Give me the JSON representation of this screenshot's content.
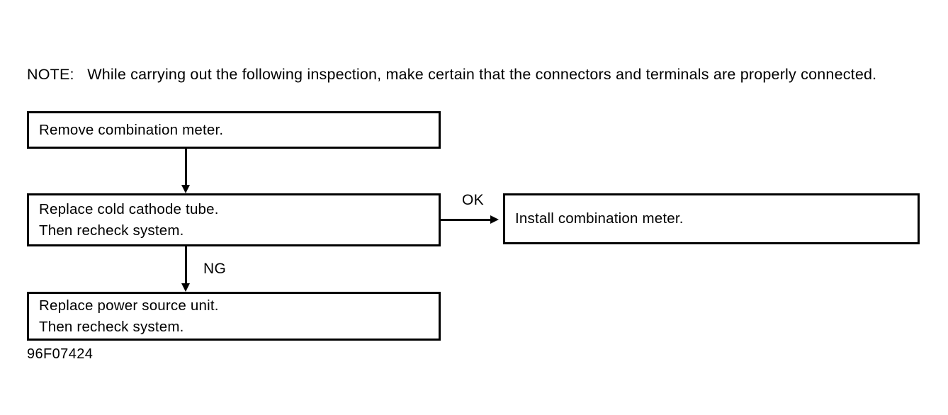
{
  "note": {
    "label": "NOTE:",
    "text": "While carrying out the following inspection, make certain that the connectors and terminals are properly connected."
  },
  "flowchart": {
    "boxes": [
      {
        "id": "remove-meter",
        "lines": [
          "Remove combination meter."
        ]
      },
      {
        "id": "replace-tube",
        "lines": [
          "Replace cold cathode tube.",
          "Then recheck system."
        ]
      },
      {
        "id": "replace-power",
        "lines": [
          "Replace power source unit.",
          "Then recheck system."
        ]
      },
      {
        "id": "install-meter",
        "lines": [
          "Install combination meter."
        ]
      }
    ],
    "branch_labels": {
      "ok": "OK",
      "ng": "NG"
    }
  },
  "figure_caption": "96F07424",
  "colors": {
    "ink": "#000000",
    "paper": "#ffffff"
  }
}
